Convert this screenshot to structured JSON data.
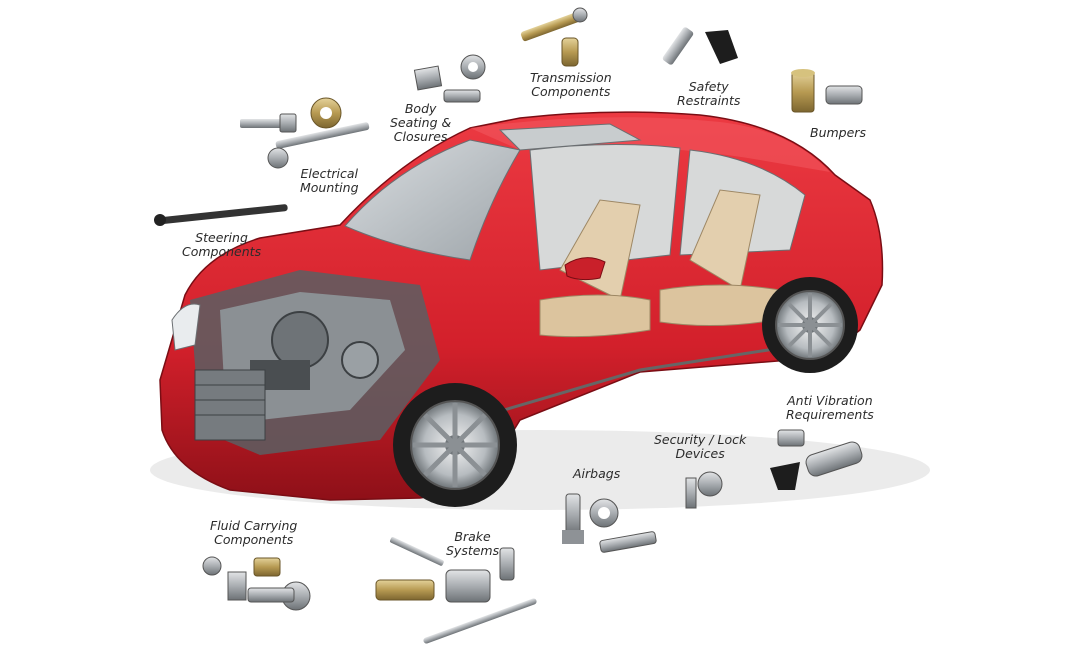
{
  "labels": {
    "transmission": [
      "Transmission",
      "Components"
    ],
    "safety": [
      "Safety",
      "Restraints"
    ],
    "bumpers": [
      "Bumpers"
    ],
    "body": [
      "Body",
      "Seating &",
      "Closures"
    ],
    "electrical": [
      "Electrical",
      "Mounting"
    ],
    "steering": [
      "Steering",
      "Components"
    ],
    "antivibration": [
      "Anti Vibration",
      "Requirements"
    ],
    "security": [
      "Security / Lock",
      "Devices"
    ],
    "airbags": [
      "Airbags"
    ],
    "brake": [
      "Brake",
      "Systems"
    ],
    "fluid": [
      "Fluid Carrying",
      "Components"
    ]
  },
  "colors": {
    "car_body": "#d3202b",
    "car_dark": "#8e1018",
    "metal": "#a9adb1",
    "brass": "#b79a52",
    "tire": "#1d1d1d",
    "interior": "#e3cfae",
    "text": "#2b2b2b"
  }
}
